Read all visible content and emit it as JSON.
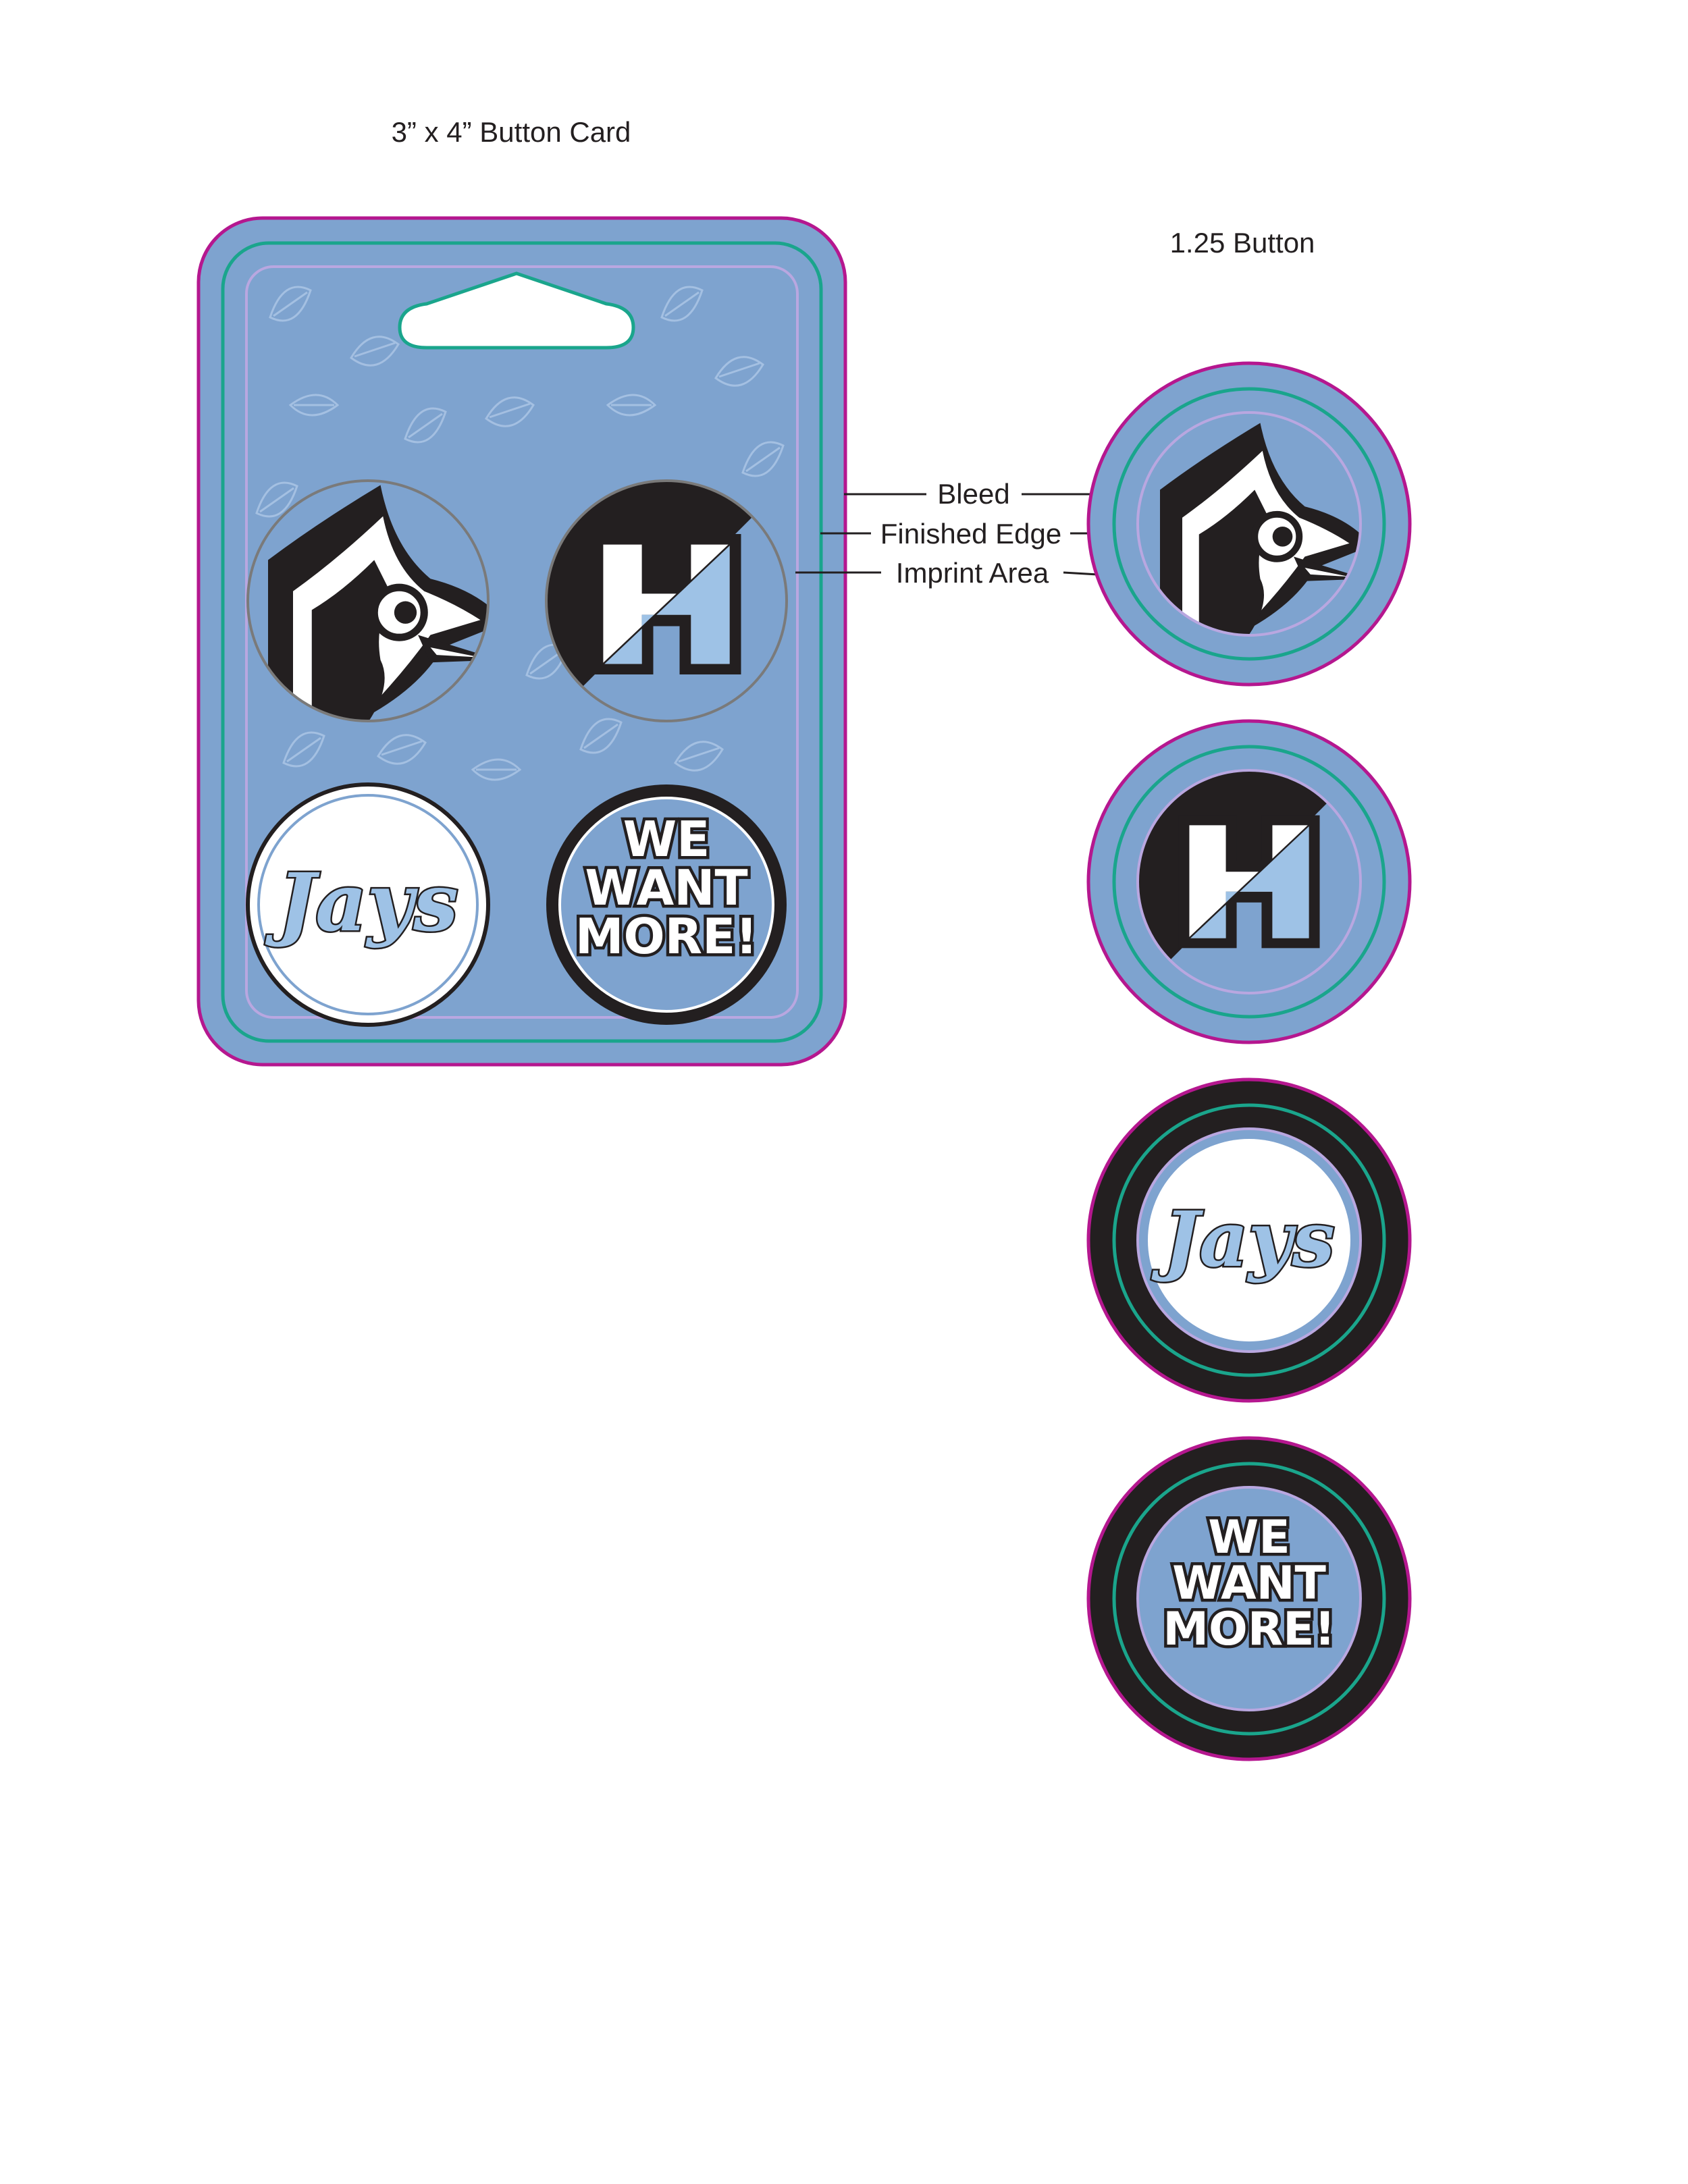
{
  "card": {
    "title": "3” x 4” Button Card"
  },
  "button_section": {
    "title": "1.25 Button"
  },
  "callouts": {
    "bleed": "Bleed",
    "finished_edge": "Finished Edge",
    "imprint_area": "Imprint Area"
  },
  "designs": {
    "h_letter": "H",
    "jays_text": "Jays",
    "we_want_more": [
      "WE",
      "WANT",
      "MORE!"
    ]
  },
  "colors": {
    "card_blue": "#7ea3cf",
    "light_blue": "#9ec2e6",
    "bleed_magenta": "#b5178f",
    "finished_teal": "#1aa58c",
    "imprint_lavender": "#b9a7e0",
    "black": "#231f20",
    "white": "#ffffff"
  },
  "icons": [
    "blue-jay-mascot-icon",
    "feather-pattern-icon",
    "hang-tab-hole-icon"
  ]
}
